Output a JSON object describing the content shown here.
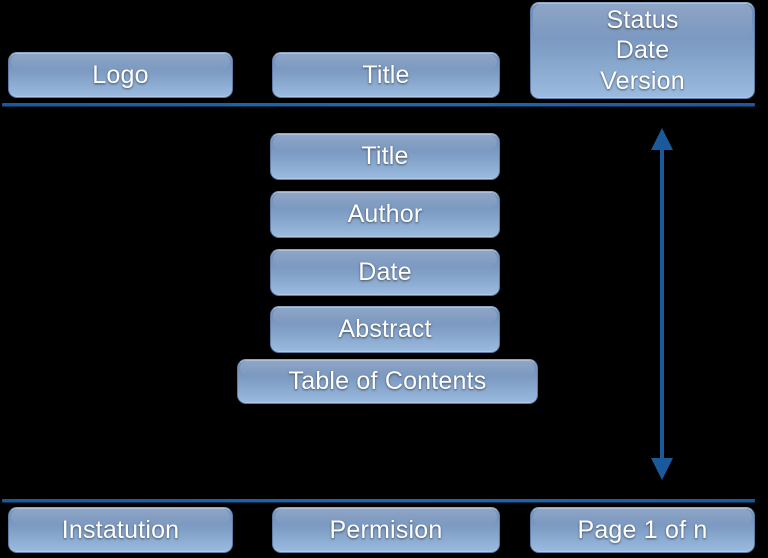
{
  "diagram": {
    "background_color": "#000000",
    "accent_color": "#1a5a9c",
    "box_fill_top": "#6d8cb6",
    "box_fill_bottom": "#9cbbe0",
    "text_color": "#ffffff"
  },
  "header": {
    "logo": {
      "label": "Logo"
    },
    "title": {
      "label": "Title"
    },
    "meta": {
      "line1": "Status",
      "line2": "Date",
      "line3": "Version"
    }
  },
  "body": {
    "items": [
      {
        "label": "Title"
      },
      {
        "label": "Author"
      },
      {
        "label": "Date"
      },
      {
        "label": "Abstract"
      },
      {
        "label": "Table of Contents"
      }
    ]
  },
  "footer": {
    "institution": {
      "label": "Instatution"
    },
    "permission": {
      "label": "Permision"
    },
    "page": {
      "label": "Page 1 of n"
    }
  },
  "annotations": {
    "body_extent_arrow": {
      "name": "vertical-double-arrow"
    }
  }
}
